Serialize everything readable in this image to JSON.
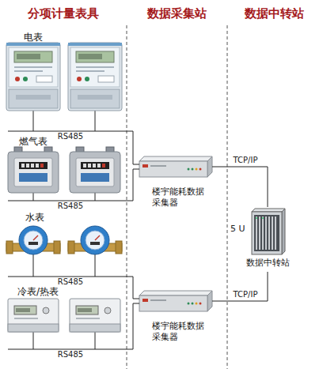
{
  "diagram": {
    "nodes": [
      {
        "text": [
          "电表"
        ]
      },
      {
        "text": [
          "燃气表"
        ]
      },
      {
        "text": [
          "水表"
        ]
      },
      {
        "text": [
          "冷表/热表"
        ]
      },
      {
        "text": [
          "楼宇能耗数据采集器"
        ]
      },
      {
        "text": [
          "楼宇能耗数据采集器"
        ]
      },
      {
        "text": [
          "数据中转站"
        ]
      }
    ],
    "edges": [
      {
        "from": 0,
        "to": 4,
        "label": "RS485",
        "arrow": "none"
      },
      {
        "from": 1,
        "to": 4,
        "label": "RS485",
        "arrow": "none"
      },
      {
        "from": 2,
        "to": 5,
        "label": "RS485",
        "arrow": "none"
      },
      {
        "from": 3,
        "to": 5,
        "label": "RS485",
        "arrow": "none"
      },
      {
        "from": 4,
        "to": 6,
        "label": "TCP/IP",
        "arrow": "none"
      },
      {
        "from": 5,
        "to": 6,
        "label": "TCP/IP",
        "arrow": "none"
      }
    ],
    "labels": [
      "分项计量表具",
      "数据采集站",
      "数据中转站",
      "5 U"
    ]
  }
}
